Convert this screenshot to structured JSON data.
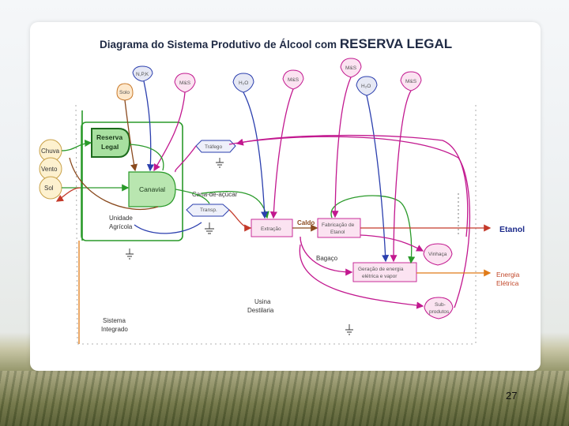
{
  "slide": {
    "title_main": "Diagrama do Sistema Produtivo de Álcool com ",
    "title_emph": "RESERVA LEGAL",
    "page_number": "27"
  },
  "sources": {
    "solo": "Solo",
    "top_left": "N,P,K",
    "mas1": "M&S",
    "h2o": "H₂O",
    "mas2": "M&S",
    "mas3": "M&S",
    "h2o_2": "H₂O",
    "mas4": "M&S"
  },
  "inputs": {
    "chuva": "Chuva",
    "vento": "Vento",
    "sol": "Sol"
  },
  "agri": {
    "reserva": [
      "Reserva",
      "Legal"
    ],
    "canavial": "Canavial",
    "unidade": [
      "Unidade",
      "Agrícola"
    ],
    "cana_label": "Cana-de-açúcar"
  },
  "transport": {
    "trafego": "Tráfego",
    "transp": "Transp."
  },
  "processes": {
    "extracao": "Extração",
    "caldo": "Caldo",
    "fabricacao": [
      "Fabricação de",
      "Etanol"
    ],
    "bagaco": "Bagaço",
    "geracao": [
      "Geração de energia",
      "elétrica e vapor"
    ],
    "vinhaca": "Vinhaça",
    "sub": [
      "Sub-",
      "produtos"
    ]
  },
  "outputs": {
    "etanol": "Etanol",
    "energia": [
      "Energia",
      "Elétrica"
    ]
  },
  "labels": {
    "usina": [
      "Usina",
      "Destilaria"
    ],
    "sistema": [
      "Sistema",
      "Integrado"
    ]
  },
  "colors": {
    "green": "#2a9a2a",
    "blue": "#2b3fae",
    "magenta": "#c2188f",
    "red": "#c43a2a",
    "brown": "#8a4a1e",
    "orange": "#e07b18"
  }
}
